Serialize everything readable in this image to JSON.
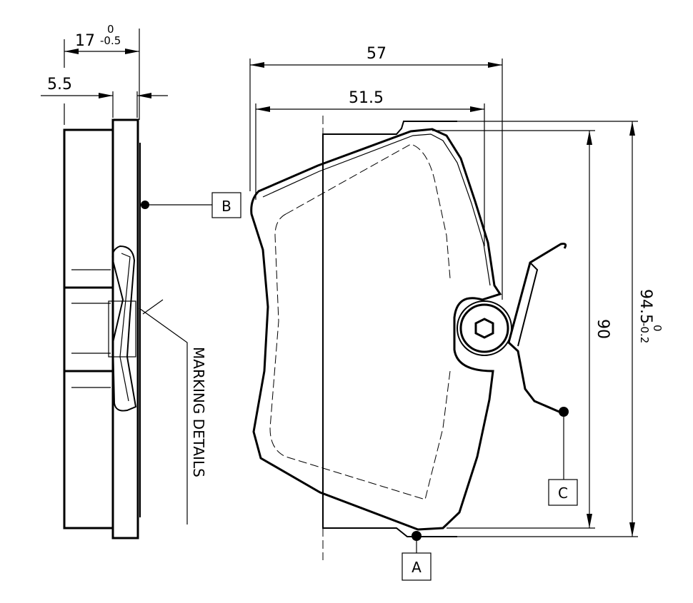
{
  "drawing": {
    "dimensions": {
      "total_width": "57",
      "inner_width": "51.5",
      "height": "90",
      "total_height": {
        "value": "94.5",
        "upper_tol": "0",
        "lower_tol": "-0.2"
      },
      "thickness": {
        "value": "17",
        "upper_tol": "0",
        "lower_tol": "-0.5"
      },
      "plate_thickness": "5.5"
    },
    "markers": {
      "a": "A",
      "b": "B",
      "c": "C"
    },
    "note": "MARKING DETAILS"
  }
}
